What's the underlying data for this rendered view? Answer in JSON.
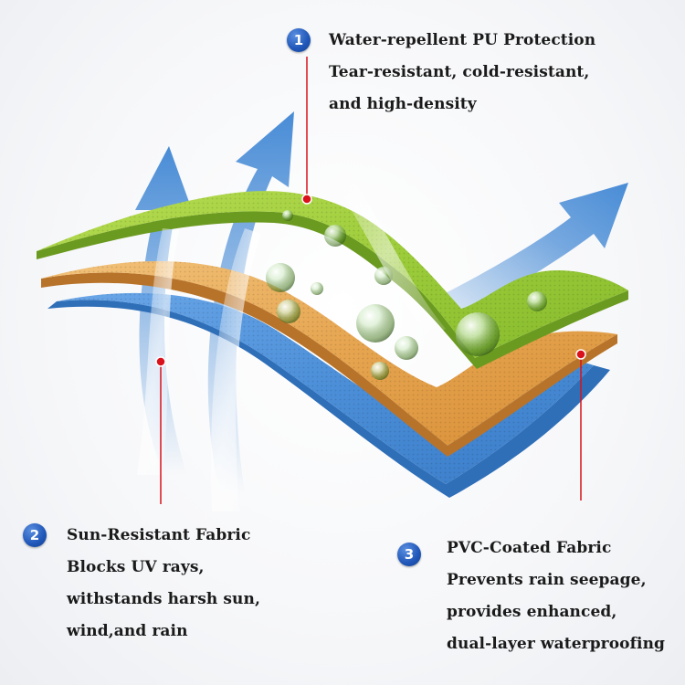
{
  "colors": {
    "accent_blue": "#1f56b8",
    "marker_red": "#d9121b",
    "layer_top_green": "#9ccc3a",
    "layer_middle_orange": "#e6a550",
    "layer_bottom_blue": "#4c8fd8",
    "arrow_blue": "#3f86d4"
  },
  "callouts": [
    {
      "number": "1",
      "lines": [
        "Water-repellent PU Protection",
        "Tear-resistant, cold-resistant,",
        "and high-density"
      ]
    },
    {
      "number": "2",
      "lines": [
        "Sun-Resistant Fabric",
        "Blocks UV rays,",
        "withstands harsh sun,",
        "wind,and rain"
      ]
    },
    {
      "number": "3",
      "lines": [
        "PVC-Coated Fabric",
        "Prevents rain seepage,",
        "provides enhanced,",
        "dual-layer waterproofing"
      ]
    }
  ]
}
